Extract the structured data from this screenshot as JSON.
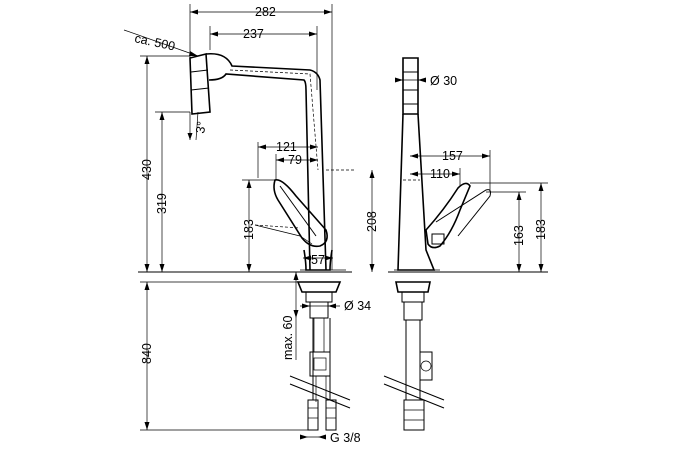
{
  "drawing": {
    "front_view": {
      "dim_width_overall": "282",
      "dim_spout_reach": "237",
      "dim_pullout": "ca. 500",
      "dim_angle": "3°",
      "dim_handle_121": "121",
      "dim_handle_79": "79",
      "dim_height_430": "430",
      "dim_height_319": "319",
      "dim_height_183": "183",
      "dim_height_208": "208",
      "dim_base": "57",
      "dim_diameter_34": "Ø 34",
      "dim_max_60": "max. 60",
      "dim_hose_840": "840",
      "dim_thread": "G 3/8"
    },
    "side_view": {
      "dim_diameter_30": "Ø 30",
      "dim_157": "157",
      "dim_110": "110",
      "dim_163": "163",
      "dim_183": "183"
    }
  }
}
